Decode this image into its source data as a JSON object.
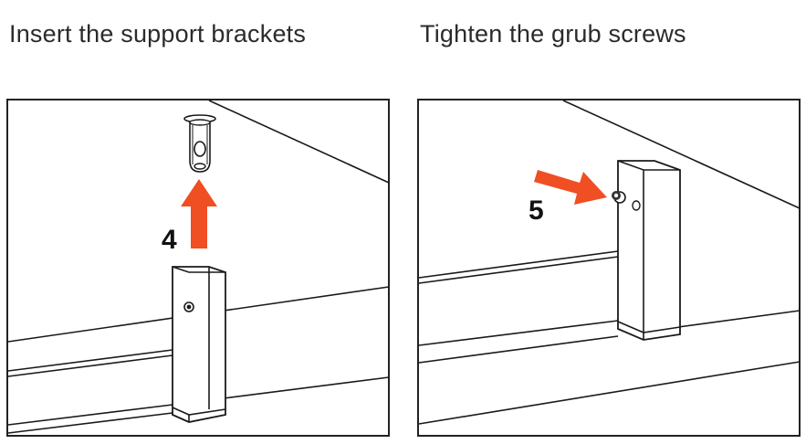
{
  "steps": [
    {
      "title": "Insert the support brackets",
      "number": "4",
      "arrow_direction": "up"
    },
    {
      "title": "Tighten the grub screws",
      "number": "5",
      "arrow_direction": "right"
    }
  ],
  "colors": {
    "arrow": "#f04e23",
    "line": "#1a1a1a",
    "frame": "#222222"
  },
  "icons": {
    "left_panel": [
      "support-bracket",
      "tube-insert",
      "up-arrow",
      "grub-screw-hole"
    ],
    "right_panel": [
      "support-bracket",
      "grub-screw",
      "right-arrow",
      "screw-hole"
    ]
  }
}
